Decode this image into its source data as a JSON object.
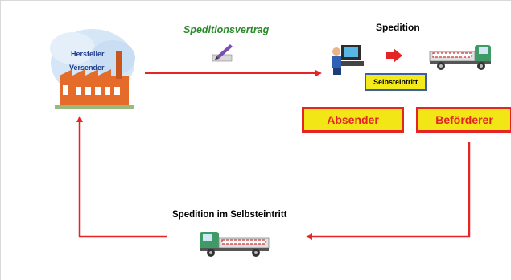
{
  "factory": {
    "line1": "Hersteller",
    "line2": "Versender"
  },
  "labels": {
    "contract": "Speditionsvertrag",
    "spedition": "Spedition",
    "self_entry_box": "Selbsteintritt",
    "self_entry_title": "Spedition im Selbsteintritt"
  },
  "roles": {
    "sender": "Absender",
    "carrier": "Beförderer"
  },
  "colors": {
    "arrow": "#e52424",
    "box_fill": "#f2e617",
    "box_border": "#e52424",
    "contract_text": "#2a8a2a"
  },
  "icons": [
    "factory-icon",
    "pen-icon",
    "computer-operator-icon",
    "arrow-right-icon",
    "truck-icon"
  ]
}
